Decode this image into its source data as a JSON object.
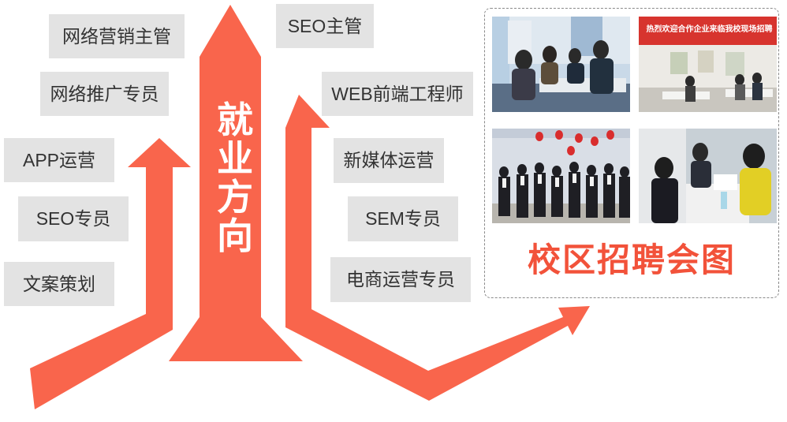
{
  "center_label": [
    "就",
    "业",
    "方",
    "向"
  ],
  "left_tags": [
    "网络营销主管",
    "网络推广专员",
    "APP运营",
    "SEO专员",
    "文案策划"
  ],
  "top_tag": "SEO主管",
  "right_tags": [
    "WEB前端工程师",
    "新媒体运营",
    "SEM专员",
    "电商运营专员"
  ],
  "gallery": {
    "title": "校区招聘会图",
    "banner": "热烈欢迎合作企业来临我校现场招聘"
  },
  "colors": {
    "arrow": "#f9654c",
    "tag_bg": "#e3e3e3",
    "title": "#f2523a"
  }
}
